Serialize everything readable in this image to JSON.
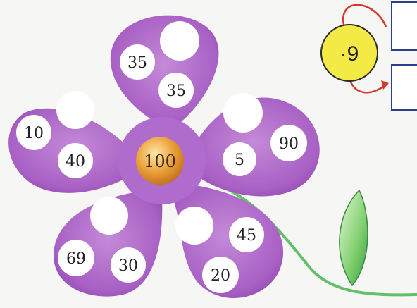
{
  "flower": {
    "center": "100",
    "petals": [
      {
        "id": "top",
        "values": [
          "",
          "35",
          "35"
        ]
      },
      {
        "id": "right",
        "values": [
          "",
          "90",
          "5"
        ]
      },
      {
        "id": "bottom-right",
        "values": [
          "",
          "45",
          "20"
        ]
      },
      {
        "id": "bottom-left",
        "values": [
          "",
          "69",
          "30"
        ]
      },
      {
        "id": "left",
        "values": [
          "",
          "10",
          "40"
        ]
      }
    ]
  },
  "operator_badge": {
    "text": "·9"
  },
  "colors": {
    "petal": "#a860c4",
    "petal_dark": "#8a3fa8",
    "center": "#e9a23a",
    "badge": "#f3ea45",
    "arrow": "#d23a2a",
    "stem": "#62c06a",
    "box_border": "#2d3f8a"
  }
}
